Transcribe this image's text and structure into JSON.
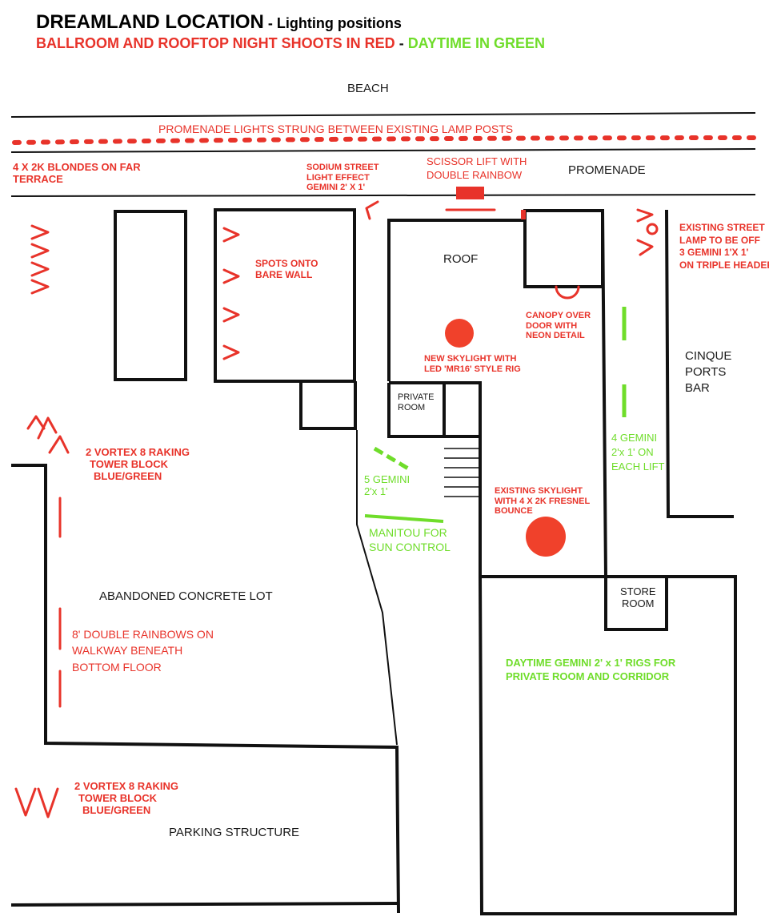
{
  "header": {
    "title": "DREAMLAND LOCATION",
    "title_suffix": " - Lighting positions",
    "legend_red": "BALLROOM AND ROOFTOP NIGHT SHOOTS IN RED",
    "legend_sep": " - ",
    "legend_green": "DAYTIME IN GREEN"
  },
  "colors": {
    "night": "#e8332a",
    "day": "#6fdd2a",
    "walls": "#111111"
  },
  "areas": {
    "beach": "BEACH",
    "promenade": "PROMENADE",
    "roof": "ROOF",
    "private_room": [
      "PRIVATE",
      "ROOM"
    ],
    "store_room": [
      "STORE",
      "ROOM"
    ],
    "cinque_ports": [
      "CINQUE",
      "PORTS",
      "BAR"
    ],
    "concrete_lot": "ABANDONED  CONCRETE LOT",
    "parking": "PARKING STRUCTURE"
  },
  "notes_night": {
    "promenade_lights": "PROMENADE LIGHTS STRUNG BETWEEN EXISTING LAMP POSTS",
    "blondes": [
      "4 X 2K BLONDES ON FAR",
      "TERRACE"
    ],
    "sodium": [
      "SODIUM STREET",
      "LIGHT EFFECT",
      "GEMINI 2' X 1'"
    ],
    "scissor": [
      "SCISSOR LIFT WITH",
      "DOUBLE RAINBOW"
    ],
    "street_lamp": [
      "EXISTING STREET",
      "LAMP TO BE OFF",
      "3 GEMINI 1'X 1'",
      "ON TRIPLE HEADER"
    ],
    "spots": [
      "SPOTS ONTO",
      "BARE WALL"
    ],
    "canopy": [
      "CANOPY OVER",
      "DOOR WITH",
      "NEON DETAIL"
    ],
    "new_skylight": [
      "NEW SKYLIGHT WITH",
      "LED 'MR16' STYLE RIG"
    ],
    "vortex_top": [
      "2 VORTEX 8 RAKING",
      "TOWER BLOCK",
      "BLUE/GREEN"
    ],
    "existing_skylight": [
      "EXISTING SKYLIGHT",
      "WITH 4 X 2K FRESNEL",
      "BOUNCE"
    ],
    "double_rainbows": [
      "8' DOUBLE RAINBOWS ON",
      "WALKWAY BENEATH",
      "BOTTOM FLOOR"
    ],
    "vortex_bottom": [
      "2 VORTEX 8 RAKING",
      "TOWER BLOCK",
      "BLUE/GREEN"
    ]
  },
  "notes_day": {
    "five_gemini": [
      "5 GEMINI",
      "2'x 1'"
    ],
    "manitou": [
      "MANITOU FOR",
      "SUN CONTROL"
    ],
    "four_gemini": [
      "4 GEMINI",
      "2'x 1' ON",
      "EACH LIFT"
    ],
    "daytime_rigs": [
      "DAYTIME GEMINI 2' x 1'  RIGS FOR",
      "PRIVATE ROOM AND CORRIDOR"
    ]
  }
}
